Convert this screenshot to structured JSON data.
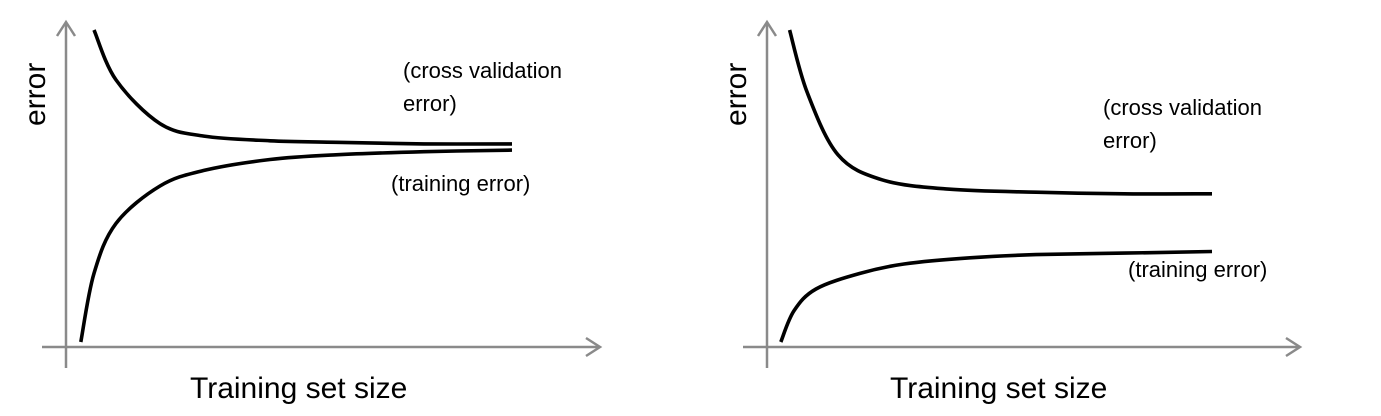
{
  "chart_data": [
    {
      "type": "line",
      "xlabel": "Training set size",
      "ylabel": "error",
      "grid": false,
      "series": [
        {
          "name": "(cross validation error)",
          "label_lines": [
            "(cross validation",
            "error)"
          ],
          "x": [
            0.05,
            0.1,
            0.2,
            0.3,
            0.45,
            0.6,
            0.8,
            1.0
          ],
          "y": [
            1.0,
            0.84,
            0.7,
            0.66,
            0.645,
            0.64,
            0.635,
            0.635
          ]
        },
        {
          "name": "(training error)",
          "label_lines": [
            "(training error)"
          ],
          "x": [
            0.02,
            0.05,
            0.1,
            0.2,
            0.3,
            0.45,
            0.6,
            0.8,
            1.0
          ],
          "y": [
            0.0,
            0.22,
            0.38,
            0.5,
            0.55,
            0.585,
            0.6,
            0.61,
            0.615
          ]
        }
      ]
    },
    {
      "type": "line",
      "xlabel": "Training set size",
      "ylabel": "error",
      "grid": false,
      "series": [
        {
          "name": "(cross validation error)",
          "label_lines": [
            "(cross validation",
            "error)"
          ],
          "x": [
            0.04,
            0.08,
            0.15,
            0.25,
            0.4,
            0.6,
            0.8,
            1.0
          ],
          "y": [
            1.0,
            0.8,
            0.6,
            0.52,
            0.49,
            0.48,
            0.475,
            0.475
          ]
        },
        {
          "name": "(training error)",
          "label_lines": [
            "(training error)"
          ],
          "x": [
            0.02,
            0.05,
            0.1,
            0.2,
            0.3,
            0.45,
            0.6,
            0.8,
            1.0
          ],
          "y": [
            0.0,
            0.1,
            0.17,
            0.22,
            0.25,
            0.27,
            0.28,
            0.285,
            0.29
          ]
        }
      ]
    }
  ]
}
